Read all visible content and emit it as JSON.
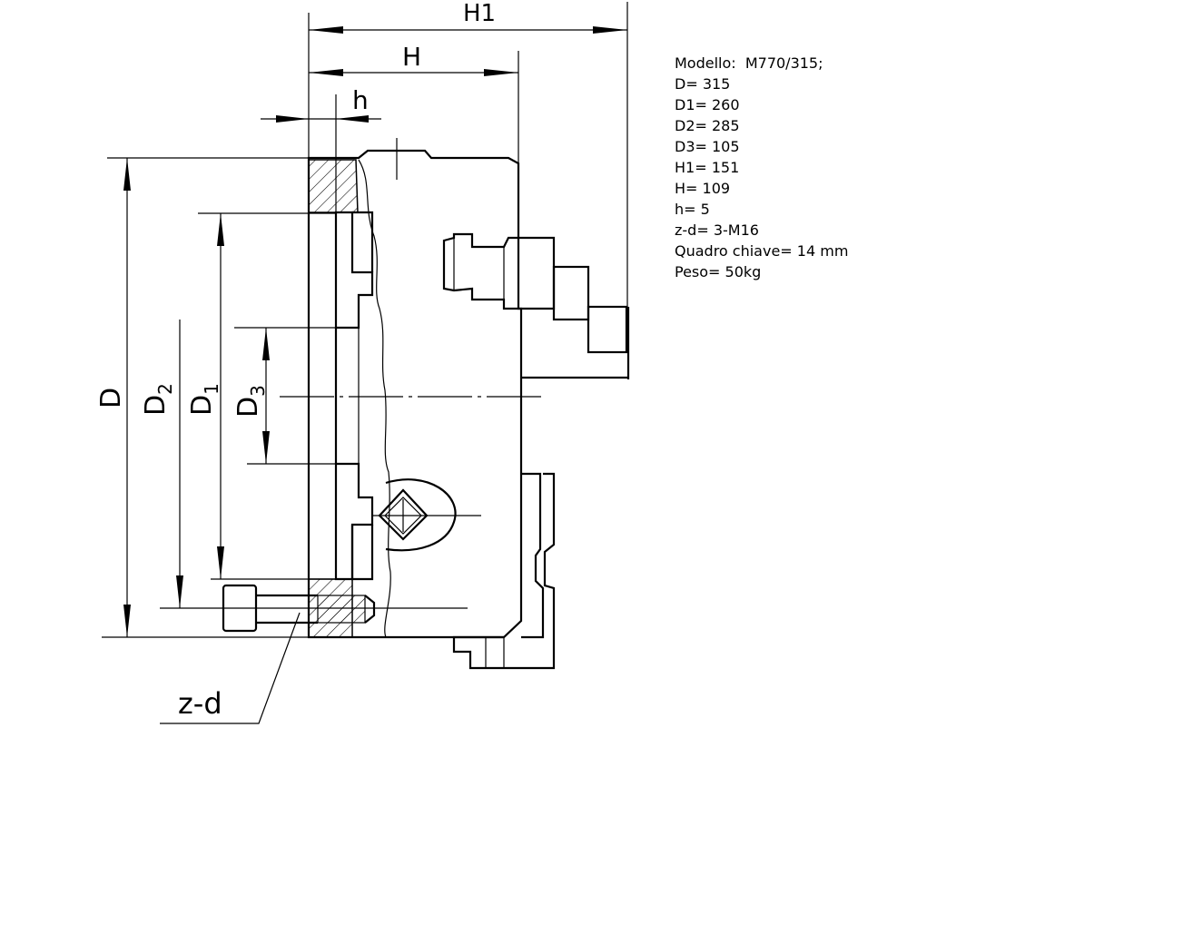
{
  "labels": {
    "H1": "H1",
    "H": "H",
    "h": "h",
    "D": "D",
    "D2": "D",
    "D2_sub": "2",
    "D1": "D",
    "D1_sub": "1",
    "D3": "D",
    "D3_sub": "3",
    "zd": "z-d"
  },
  "specs": [
    {
      "text": "Modello:  M770/315;"
    },
    {
      "text": "D= 315"
    },
    {
      "text": "D1= 260"
    },
    {
      "text": "D2= 285"
    },
    {
      "text": "D3= 105"
    },
    {
      "text": "H1= 151"
    },
    {
      "text": "H= 109"
    },
    {
      "text": "h= 5"
    },
    {
      "text": "z-d= 3-M16"
    },
    {
      "text": "Quadro chiave= 14 mm"
    },
    {
      "text": "Peso= 50kg"
    }
  ]
}
